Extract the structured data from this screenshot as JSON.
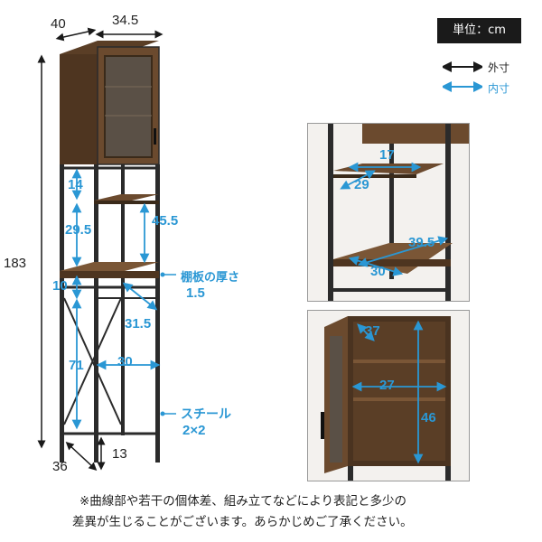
{
  "unit_label": "単位：cm",
  "legend": {
    "outer": "外寸",
    "inner": "内寸"
  },
  "colors": {
    "outer_arrow": "#1a1a1a",
    "inner_arrow": "#2a97d4",
    "wood": "#6b4a2e",
    "frame": "#2b2b2b"
  },
  "main_dims": {
    "depth": "40",
    "width": "34.5",
    "height": "183",
    "gap_14": "14",
    "gap_29_5": "29.5",
    "gap_45_5": "45.5",
    "gap_10": "10",
    "shelf_thickness_label": "棚板の厚さ",
    "shelf_thickness_value": "1.5",
    "shelf_31_5": "31.5",
    "shelf_30": "30",
    "leg_71": "71",
    "foot_13": "13",
    "bottom_36": "36",
    "steel_label": "スチール",
    "steel_value": "2×2"
  },
  "detail_top": {
    "d17": "17",
    "d29": "29",
    "d39_5": "39.5",
    "d30": "30"
  },
  "detail_cabinet": {
    "d37": "37",
    "d27": "27",
    "d46": "46"
  },
  "note_line1": "※曲線部や若干の個体差、組み立てなどにより表記と多少の",
  "note_line2": "差異が生じることがございます。あらかじめご了承ください。"
}
